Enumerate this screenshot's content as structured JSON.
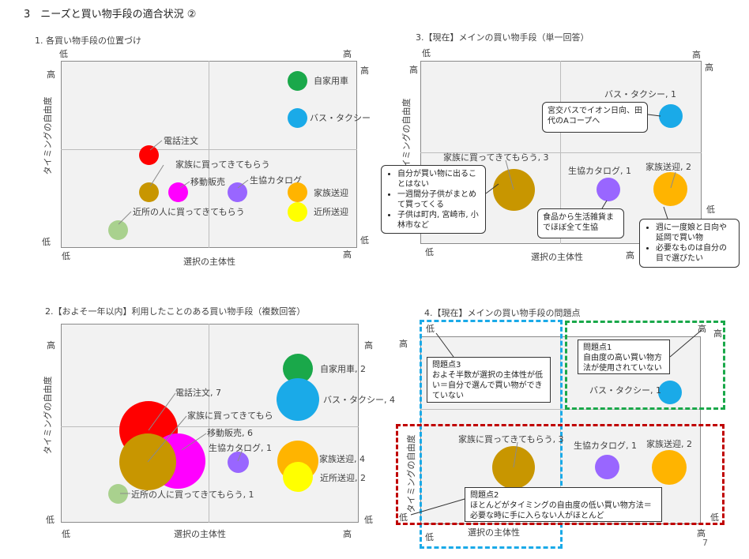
{
  "page": {
    "title": "3　ニーズと買い物手段の適合状況 ②",
    "page_number": "7"
  },
  "axes": {
    "low": "低",
    "high": "高",
    "x_label": "選択の主体性",
    "y_label": "タイミングの自由度"
  },
  "panel1": {
    "title": "1. 各買い物手段の位置づけ",
    "items": [
      {
        "label": "自家用車",
        "color": "#1aa84a"
      },
      {
        "label": "バス・タクシー",
        "color": "#1aaae8"
      },
      {
        "label": "電話注文",
        "color": "#ff0000"
      },
      {
        "label": "家族に買ってきてもらう",
        "color": "#c89600"
      },
      {
        "label": "移動販売",
        "color": "#ff00ff"
      },
      {
        "label": "生協カタログ",
        "color": "#9966ff"
      },
      {
        "label": "家族送迎",
        "color": "#ffb400"
      },
      {
        "label": "近所送迎",
        "color": "#ffff00"
      },
      {
        "label": "近所の人に買ってきてもらう",
        "color": "#a9d18e"
      }
    ]
  },
  "panel2": {
    "title": "2.【およそ一年以内】利用したことのある買い物手段（複数回答）",
    "labels": {
      "car": "自家用車, 2",
      "bus": "バス・タクシー, 4",
      "phone": "電話注文, 7",
      "family": "家族に買ってきてもら",
      "mobile": "移動販売, 6",
      "coop": "生協カタログ, 1",
      "fam_ride": "家族送迎, 4",
      "nbr_ride": "近所送迎, 2",
      "nbr_buy": "近所の人に買ってきてもらう, 1"
    }
  },
  "panel3": {
    "title": "3.【現在】メインの買い物手段（単一回答）",
    "labels": {
      "bus": "バス・タクシー, 1",
      "family": "家族に買ってきてもらう, 3",
      "coop": "生協カタログ, 1",
      "fam_ride": "家族送迎, 2"
    },
    "callout_bus": "宮交バスでイオン日向、田代のAコープへ",
    "callout_family": [
      "自分が買い物に出ることはない",
      "一週間分子供がまとめて買ってくる",
      "子供は町内, 宮崎市, 小林市など"
    ],
    "callout_coop": "食品から生活雑貨までほぼ全て生協",
    "callout_ride": [
      "週に一度娘と日向や延岡で買い物",
      "必要なものは自分の目で選びたい"
    ]
  },
  "panel4": {
    "title": "4.【現在】メインの買い物手段の問題点",
    "labels": {
      "bus": "バス・タクシー, 1",
      "family": "家族に買ってきてもらう, 3",
      "coop": "生協カタログ, 1",
      "fam_ride": "家族送迎, 2"
    },
    "problem1": {
      "title": "問題点1",
      "text": "自由度の高い買い物方法が使用されていない"
    },
    "problem2": {
      "title": "問題点2",
      "text": "ほとんどがタイミングの自由度の低い買い物方法＝必要な時に手に入らない人がほとんど"
    },
    "problem3": {
      "title": "問題点3",
      "text": "およそ半数が選択の主体性が低い＝自分で選んで買い物ができていない"
    }
  }
}
